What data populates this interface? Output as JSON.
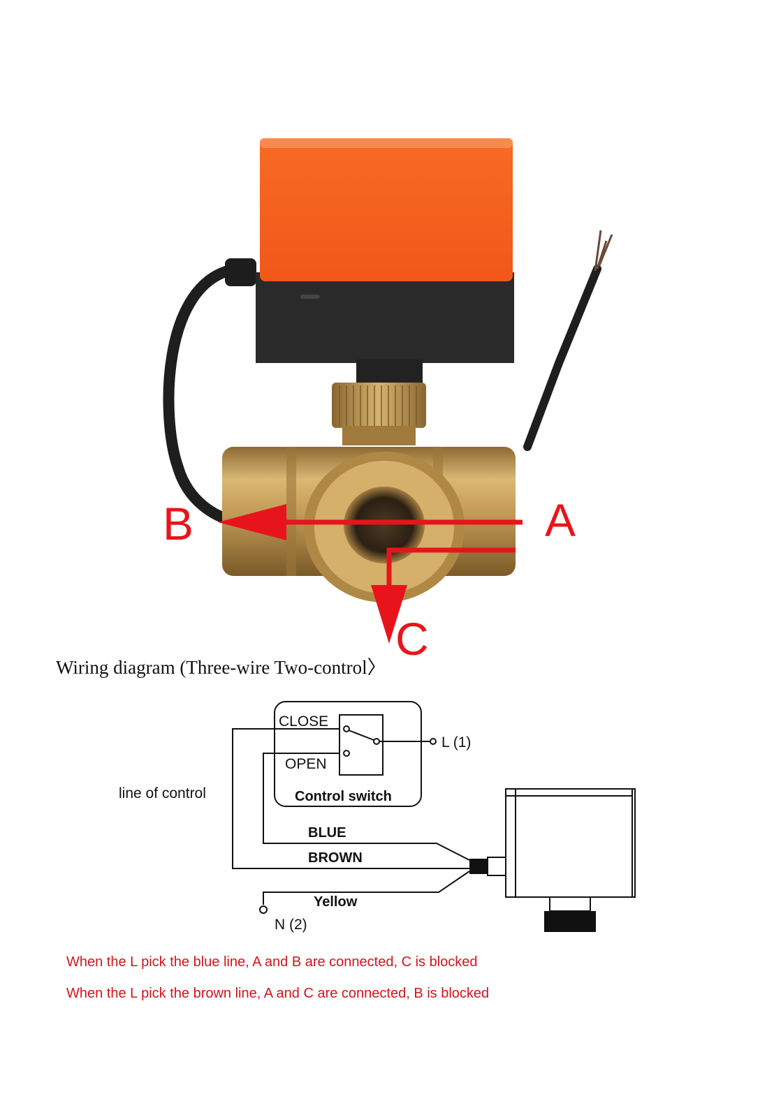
{
  "ports": {
    "a": "A",
    "b": "B",
    "c": "C"
  },
  "diagram": {
    "title": "Wiring diagram (Three-wire Two-control〉",
    "close": "CLOSE",
    "open": "OPEN",
    "control_switch": "Control switch",
    "l_terminal": "L (1)",
    "line_of_control": "line of control",
    "blue": "BLUE",
    "brown": "BROWN",
    "yellow": "Yellow",
    "n_terminal": "N (2)"
  },
  "notes": [
    "When the L pick the blue line, A and B are connected, C is blocked",
    "When the L pick the brown line, A and C are connected, B is blocked"
  ],
  "colors": {
    "actuator_orange": "#f4621f",
    "actuator_black": "#2a2a2a",
    "brass": "#b8924e",
    "flow_red": "#e8141b"
  },
  "icons": [
    "valve-actuator-icon",
    "brass-valve-body-icon",
    "cable-icon",
    "control-switch-icon",
    "motor-actuator-icon"
  ]
}
